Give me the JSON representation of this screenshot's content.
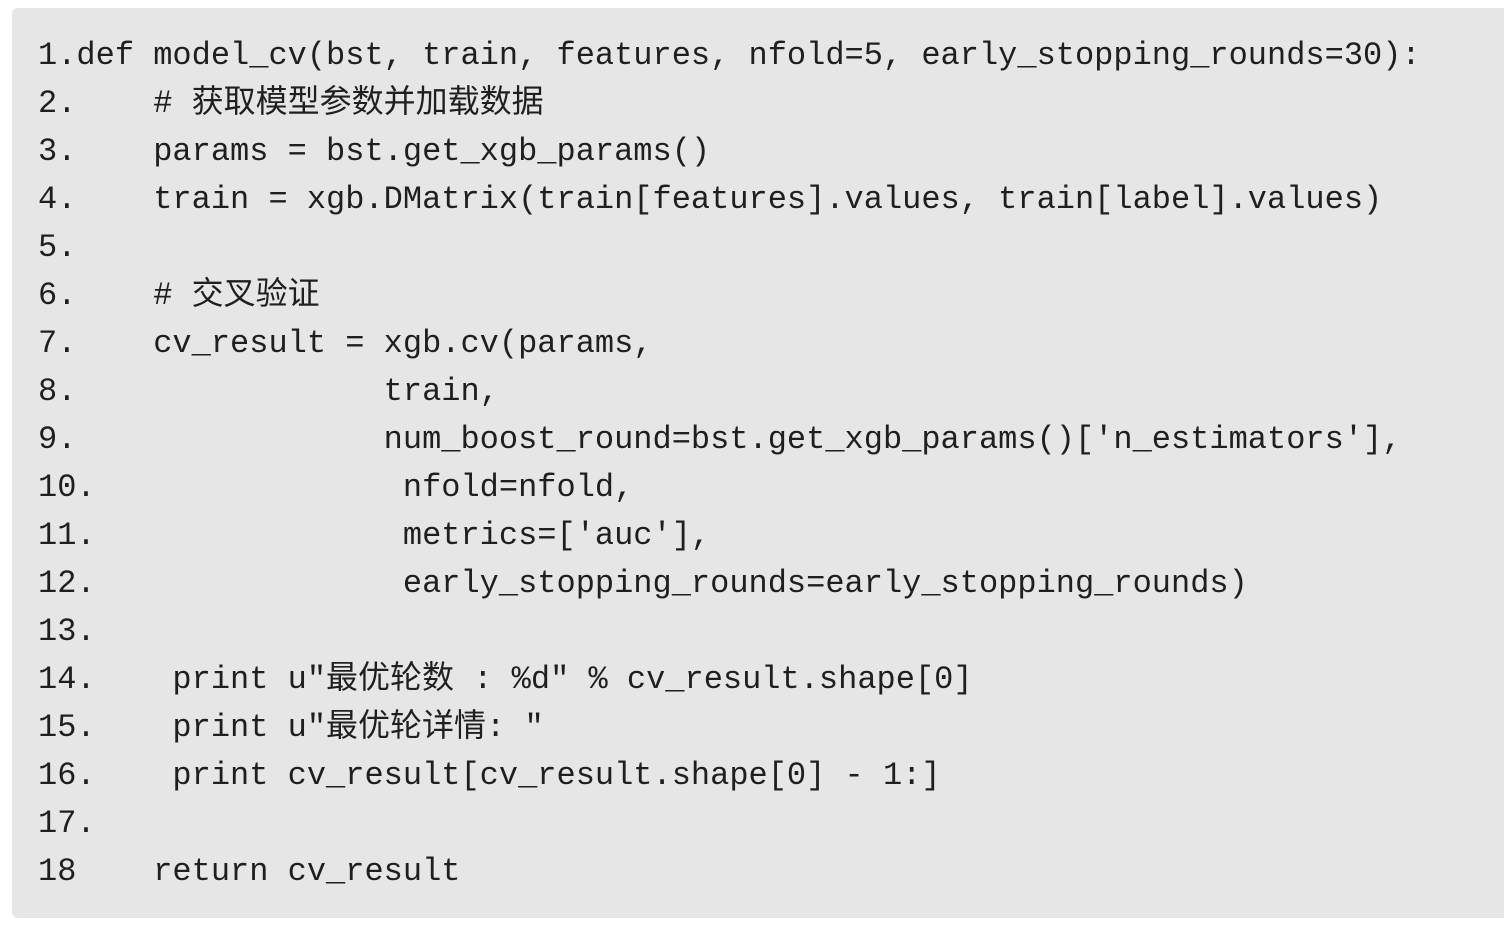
{
  "code_lines": [
    "1.def model_cv(bst, train, features, nfold=5, early_stopping_rounds=30):",
    "2.    # 获取模型参数并加载数据",
    "3.    params = bst.get_xgb_params()",
    "4.    train = xgb.DMatrix(train[features].values, train[label].values)",
    "5.",
    "6.    # 交叉验证",
    "7.    cv_result = xgb.cv(params,",
    "8.                train,",
    "9.                num_boost_round=bst.get_xgb_params()['n_estimators'],",
    "10.                nfold=nfold,",
    "11.                metrics=['auc'],",
    "12.                early_stopping_rounds=early_stopping_rounds)",
    "13.",
    "14.    print u\"最优轮数 : %d\" % cv_result.shape[0]",
    "15.    print u\"最优轮详情: \"",
    "16.    print cv_result[cv_result.shape[0] - 1:]",
    "17.",
    "18    return cv_result"
  ]
}
